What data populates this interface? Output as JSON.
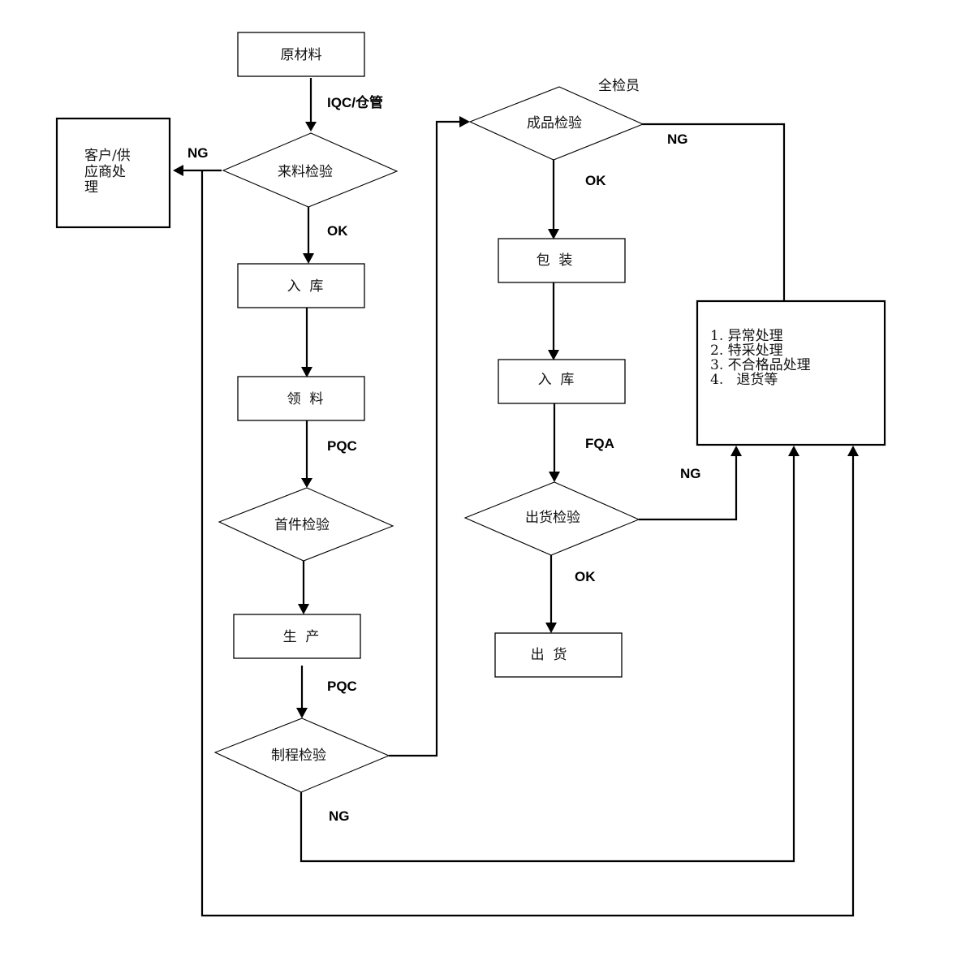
{
  "diagram": {
    "type": "flowchart",
    "nodes": {
      "raw_material": "原材料",
      "incoming_inspection": "来料检验",
      "customer_supplier": [
        "客户/供",
        "应商处",
        "理"
      ],
      "warehouse_in_1": "入  库",
      "material_pick": "领  料",
      "first_article_inspection": "首件检验",
      "production": "生  产",
      "process_inspection": "制程检验",
      "finished_inspection": "成品检验",
      "packaging": "包  装",
      "warehouse_in_2": "入  库",
      "shipment_inspection": "出货检验",
      "shipment": "出  货",
      "exception_handling": [
        "1. 异常处理",
        "2. 特采处理",
        "3. 不合格品处理",
        "4.   退货等"
      ]
    },
    "edge_labels": {
      "iqc": "IQC/仓管",
      "incoming_ng": "NG",
      "incoming_ok": "OK",
      "pqc_1": "PQC",
      "pqc_2": "PQC",
      "process_ng": "NG",
      "inspector": "全检员",
      "finished_ng": "NG",
      "finished_ok": "OK",
      "fqa": "FQA",
      "shipment_ng": "NG",
      "shipment_ok": "OK"
    },
    "edges": [
      {
        "from": "raw_material",
        "to": "incoming_inspection",
        "label": "IQC/仓管"
      },
      {
        "from": "incoming_inspection",
        "to": "customer_supplier",
        "label": "NG"
      },
      {
        "from": "incoming_inspection",
        "to": "warehouse_in_1",
        "label": "OK"
      },
      {
        "from": "warehouse_in_1",
        "to": "material_pick"
      },
      {
        "from": "material_pick",
        "to": "first_article_inspection",
        "label": "PQC"
      },
      {
        "from": "first_article_inspection",
        "to": "production"
      },
      {
        "from": "production",
        "to": "process_inspection",
        "label": "PQC"
      },
      {
        "from": "process_inspection",
        "to": "finished_inspection"
      },
      {
        "from": "process_inspection",
        "to": "exception_handling",
        "label": "NG"
      },
      {
        "from": "finished_inspection",
        "to": "packaging",
        "label": "OK"
      },
      {
        "from": "finished_inspection",
        "to": "exception_handling",
        "label": "NG"
      },
      {
        "from": "packaging",
        "to": "warehouse_in_2"
      },
      {
        "from": "warehouse_in_2",
        "to": "shipment_inspection",
        "label": "FQA"
      },
      {
        "from": "shipment_inspection",
        "to": "shipment",
        "label": "OK"
      },
      {
        "from": "shipment_inspection",
        "to": "exception_handling",
        "label": "NG"
      },
      {
        "from": "incoming_inspection",
        "to": "exception_handling",
        "label": "NG"
      }
    ]
  }
}
